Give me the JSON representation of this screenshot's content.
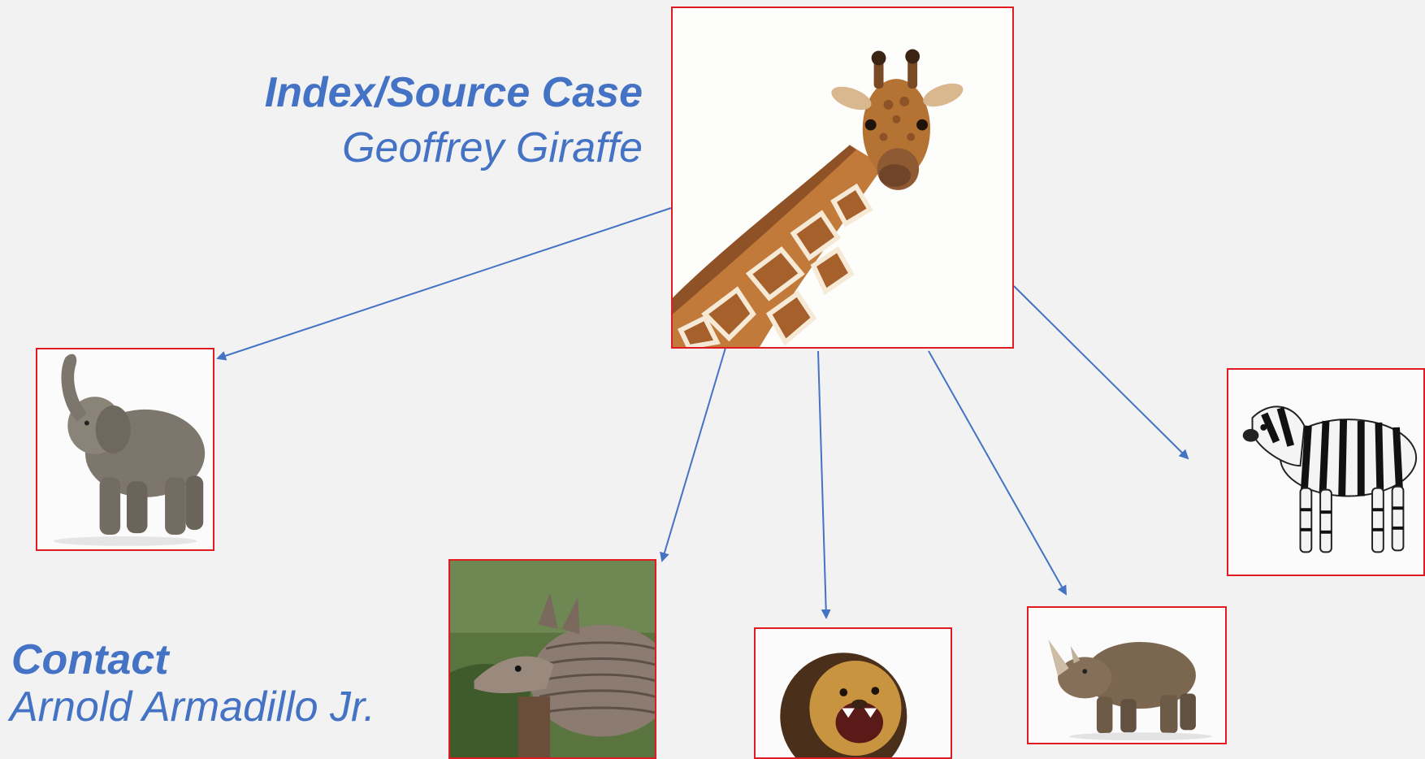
{
  "source": {
    "heading": "Index/Source Case",
    "name": "Geoffrey Giraffe"
  },
  "contact": {
    "heading": "Contact",
    "name": "Arnold Armadillo Jr."
  },
  "nodes": [
    {
      "id": "giraffe",
      "icon": "giraffe-photo"
    },
    {
      "id": "elephant",
      "icon": "elephant-photo"
    },
    {
      "id": "armadillo",
      "icon": "armadillo-photo"
    },
    {
      "id": "lion",
      "icon": "lion-photo"
    },
    {
      "id": "rhino",
      "icon": "rhino-photo"
    },
    {
      "id": "zebra",
      "icon": "zebra-photo"
    }
  ],
  "edges": [
    {
      "from": "giraffe",
      "to": "elephant"
    },
    {
      "from": "giraffe",
      "to": "armadillo"
    },
    {
      "from": "giraffe",
      "to": "lion"
    },
    {
      "from": "giraffe",
      "to": "rhino"
    },
    {
      "from": "giraffe",
      "to": "zebra"
    }
  ],
  "colors": {
    "background": "#f2f2f2",
    "accent": "#4472c4",
    "frame": "#e11b22"
  }
}
